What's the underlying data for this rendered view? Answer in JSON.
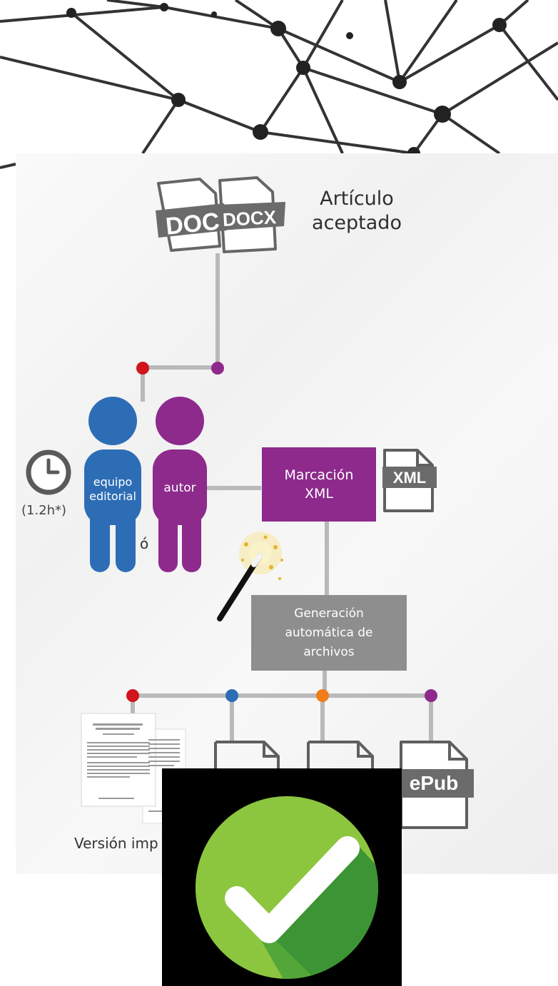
{
  "article": {
    "line1": "Artículo",
    "line2": "aceptado"
  },
  "doc_labels": {
    "doc": "DOC",
    "docx": "DOCX"
  },
  "time": {
    "label": "(1.2h*)"
  },
  "people": {
    "editorial_line1": "equipo",
    "editorial_line2": "editorial",
    "or_label": "ó",
    "author": "autor"
  },
  "markup_box": {
    "line1": "Marcación",
    "line2": "XML"
  },
  "xml_file_label": "XML",
  "generation_box": {
    "line1": "Generación",
    "line2": "automática de",
    "line3": "archivos"
  },
  "outputs": {
    "print_caption": "Versión imp",
    "epub_label": "ePub"
  },
  "colors": {
    "purple": "#8d2a8c",
    "blue": "#2d6db5",
    "red": "#d2141c",
    "orange": "#f07d1a",
    "gray_box": "#8e8e8e",
    "connector": "#b9b9bb",
    "check_green": "#8cc63f"
  }
}
